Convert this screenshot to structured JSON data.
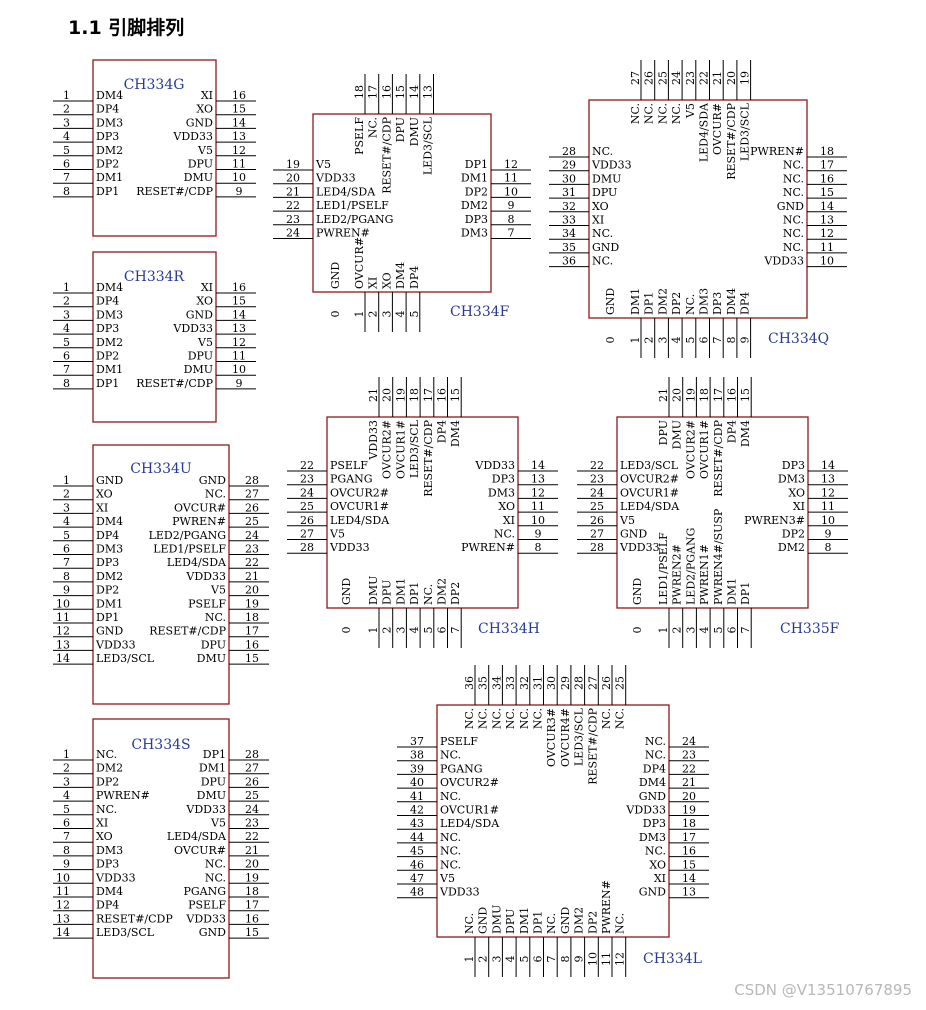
{
  "heading": "1.1 引脚排列",
  "watermark": "CSDN @V13510767895",
  "chips": {
    "ch334g": {
      "name": "CH334G",
      "left": [
        [
          "1",
          "DM4"
        ],
        [
          "2",
          "DP4"
        ],
        [
          "3",
          "DM3"
        ],
        [
          "4",
          "DP3"
        ],
        [
          "5",
          "DM2"
        ],
        [
          "6",
          "DP2"
        ],
        [
          "7",
          "DM1"
        ],
        [
          "8",
          "DP1"
        ]
      ],
      "right": [
        [
          "16",
          "XI"
        ],
        [
          "15",
          "XO"
        ],
        [
          "14",
          "GND"
        ],
        [
          "13",
          "VDD33"
        ],
        [
          "12",
          "V5"
        ],
        [
          "11",
          "DPU"
        ],
        [
          "10",
          "DMU"
        ],
        [
          "9",
          "RESET#/CDP"
        ]
      ]
    },
    "ch334r": {
      "name": "CH334R",
      "left": [
        [
          "1",
          "DM4"
        ],
        [
          "2",
          "DP4"
        ],
        [
          "3",
          "DM3"
        ],
        [
          "4",
          "DP3"
        ],
        [
          "5",
          "DM2"
        ],
        [
          "6",
          "DP2"
        ],
        [
          "7",
          "DM1"
        ],
        [
          "8",
          "DP1"
        ]
      ],
      "right": [
        [
          "16",
          "XI"
        ],
        [
          "15",
          "XO"
        ],
        [
          "14",
          "GND"
        ],
        [
          "13",
          "VDD33"
        ],
        [
          "12",
          "V5"
        ],
        [
          "11",
          "DPU"
        ],
        [
          "10",
          "DMU"
        ],
        [
          "9",
          "RESET#/CDP"
        ]
      ]
    },
    "ch334u": {
      "name": "CH334U",
      "left": [
        [
          "1",
          "GND"
        ],
        [
          "2",
          "XO"
        ],
        [
          "3",
          "XI"
        ],
        [
          "4",
          "DM4"
        ],
        [
          "5",
          "DP4"
        ],
        [
          "6",
          "DM3"
        ],
        [
          "7",
          "DP3"
        ],
        [
          "8",
          "DM2"
        ],
        [
          "9",
          "DP2"
        ],
        [
          "10",
          "DM1"
        ],
        [
          "11",
          "DP1"
        ],
        [
          "12",
          "GND"
        ],
        [
          "13",
          "VDD33"
        ],
        [
          "14",
          "LED3/SCL"
        ]
      ],
      "right": [
        [
          "28",
          "GND"
        ],
        [
          "27",
          "NC."
        ],
        [
          "26",
          "OVCUR#"
        ],
        [
          "25",
          "PWREN#"
        ],
        [
          "24",
          "LED2/PGANG"
        ],
        [
          "23",
          "LED1/PSELF"
        ],
        [
          "22",
          "LED4/SDA"
        ],
        [
          "21",
          "VDD33"
        ],
        [
          "20",
          "V5"
        ],
        [
          "19",
          "PSELF"
        ],
        [
          "18",
          "NC."
        ],
        [
          "17",
          "RESET#/CDP"
        ],
        [
          "16",
          "DPU"
        ],
        [
          "15",
          "DMU"
        ]
      ]
    },
    "ch334s": {
      "name": "CH334S",
      "left": [
        [
          "1",
          "NC."
        ],
        [
          "2",
          "DM2"
        ],
        [
          "3",
          "DP2"
        ],
        [
          "4",
          "PWREN#"
        ],
        [
          "5",
          "NC."
        ],
        [
          "6",
          "XI"
        ],
        [
          "7",
          "XO"
        ],
        [
          "8",
          "DM3"
        ],
        [
          "9",
          "DP3"
        ],
        [
          "10",
          "VDD33"
        ],
        [
          "11",
          "DM4"
        ],
        [
          "12",
          "DP4"
        ],
        [
          "13",
          "RESET#/CDP"
        ],
        [
          "14",
          "LED3/SCL"
        ]
      ],
      "right": [
        [
          "28",
          "DP1"
        ],
        [
          "27",
          "DM1"
        ],
        [
          "26",
          "DPU"
        ],
        [
          "25",
          "DMU"
        ],
        [
          "24",
          "VDD33"
        ],
        [
          "23",
          "V5"
        ],
        [
          "22",
          "LED4/SDA"
        ],
        [
          "21",
          "OVCUR#"
        ],
        [
          "20",
          "NC."
        ],
        [
          "19",
          "NC."
        ],
        [
          "18",
          "PGANG"
        ],
        [
          "17",
          "PSELF"
        ],
        [
          "16",
          "VDD33"
        ],
        [
          "15",
          "GND"
        ]
      ]
    },
    "ch334f": {
      "name": "CH334F",
      "top": [
        [
          "18",
          "PSELF"
        ],
        [
          "17",
          "NC."
        ],
        [
          "16",
          "RESET#/CDP"
        ],
        [
          "15",
          "DPU"
        ],
        [
          "14",
          "DMU"
        ],
        [
          "13",
          "LED3/SCL"
        ]
      ],
      "left": [
        [
          "19",
          "V5"
        ],
        [
          "20",
          "VDD33"
        ],
        [
          "21",
          "LED4/SDA"
        ],
        [
          "22",
          "LED1/PSELF"
        ],
        [
          "23",
          "LED2/PGANG"
        ],
        [
          "24",
          "PWREN#"
        ]
      ],
      "right": [
        [
          "12",
          "DP1"
        ],
        [
          "11",
          "DM1"
        ],
        [
          "10",
          "DP2"
        ],
        [
          "9",
          "DM2"
        ],
        [
          "8",
          "DP3"
        ],
        [
          "7",
          "DM3"
        ]
      ],
      "bottom": [
        [
          "1",
          "OVCUR#"
        ],
        [
          "2",
          "XI"
        ],
        [
          "3",
          "XO"
        ],
        [
          "4",
          "DM4"
        ],
        [
          "5",
          "DP4"
        ]
      ],
      "gnd": [
        "0",
        "GND"
      ]
    },
    "ch334q": {
      "name": "CH334Q",
      "top": [
        [
          "27",
          "NC."
        ],
        [
          "26",
          "NC."
        ],
        [
          "25",
          "NC."
        ],
        [
          "24",
          "NC."
        ],
        [
          "23",
          "V5"
        ],
        [
          "22",
          "LED4/SDA"
        ],
        [
          "21",
          "OVCUR#"
        ],
        [
          "20",
          "RESET#/CDP"
        ],
        [
          "19",
          "LED3/SCL"
        ]
      ],
      "left": [
        [
          "28",
          "NC."
        ],
        [
          "29",
          "VDD33"
        ],
        [
          "30",
          "DMU"
        ],
        [
          "31",
          "DPU"
        ],
        [
          "32",
          "XO"
        ],
        [
          "33",
          "XI"
        ],
        [
          "34",
          "NC."
        ],
        [
          "35",
          "GND"
        ],
        [
          "36",
          "NC."
        ]
      ],
      "right": [
        [
          "18",
          "PWREN#"
        ],
        [
          "17",
          "NC."
        ],
        [
          "16",
          "NC."
        ],
        [
          "15",
          "NC."
        ],
        [
          "14",
          "GND"
        ],
        [
          "13",
          "NC."
        ],
        [
          "12",
          "NC."
        ],
        [
          "11",
          "NC."
        ],
        [
          "10",
          "VDD33"
        ]
      ],
      "bottom": [
        [
          "1",
          "DM1"
        ],
        [
          "2",
          "DP1"
        ],
        [
          "3",
          "DM2"
        ],
        [
          "4",
          "DP2"
        ],
        [
          "5",
          "NC."
        ],
        [
          "6",
          "DM3"
        ],
        [
          "7",
          "DP3"
        ],
        [
          "8",
          "DM4"
        ],
        [
          "9",
          "DP4"
        ]
      ],
      "gnd": [
        "0",
        "GND"
      ]
    },
    "ch334h": {
      "name": "CH334H",
      "top": [
        [
          "21",
          "VDD33"
        ],
        [
          "20",
          "OVCUR2#"
        ],
        [
          "19",
          "OVCUR1#"
        ],
        [
          "18",
          "LED3/SCL"
        ],
        [
          "17",
          "RESET#/CDP"
        ],
        [
          "16",
          "DP4"
        ],
        [
          "15",
          "DM4"
        ]
      ],
      "left": [
        [
          "22",
          "PSELF"
        ],
        [
          "23",
          "PGANG"
        ],
        [
          "24",
          "OVCUR2#"
        ],
        [
          "25",
          "OVCUR1#"
        ],
        [
          "26",
          "LED4/SDA"
        ],
        [
          "27",
          "V5"
        ],
        [
          "28",
          "VDD33"
        ]
      ],
      "right": [
        [
          "14",
          "VDD33"
        ],
        [
          "13",
          "DP3"
        ],
        [
          "12",
          "DM3"
        ],
        [
          "11",
          "XO"
        ],
        [
          "10",
          "XI"
        ],
        [
          "9",
          "NC."
        ],
        [
          "8",
          "PWREN#"
        ]
      ],
      "bottom": [
        [
          "1",
          "DMU"
        ],
        [
          "2",
          "DPU"
        ],
        [
          "3",
          "DM1"
        ],
        [
          "4",
          "DP1"
        ],
        [
          "5",
          "NC."
        ],
        [
          "6",
          "DM2"
        ],
        [
          "7",
          "DP2"
        ]
      ],
      "gnd": [
        "0",
        "GND"
      ]
    },
    "ch335f": {
      "name": "CH335F",
      "top": [
        [
          "21",
          "DPU"
        ],
        [
          "20",
          "DMU"
        ],
        [
          "19",
          "OVCUR2#"
        ],
        [
          "18",
          "OVCUR1#"
        ],
        [
          "17",
          "RESET#/CDP"
        ],
        [
          "16",
          "DP4"
        ],
        [
          "15",
          "DM4"
        ]
      ],
      "left": [
        [
          "22",
          "LED3/SCL"
        ],
        [
          "23",
          "OVCUR2#"
        ],
        [
          "24",
          "OVCUR1#"
        ],
        [
          "25",
          "LED4/SDA"
        ],
        [
          "26",
          "V5"
        ],
        [
          "27",
          "GND"
        ],
        [
          "28",
          "VDD33"
        ]
      ],
      "right": [
        [
          "14",
          "DP3"
        ],
        [
          "13",
          "DM3"
        ],
        [
          "12",
          "XO"
        ],
        [
          "11",
          "XI"
        ],
        [
          "10",
          "PWREN3#"
        ],
        [
          "9",
          "DP2"
        ],
        [
          "8",
          "DM2"
        ]
      ],
      "bottom": [
        [
          "1",
          "LED1/PSELF"
        ],
        [
          "2",
          "PWREN2#"
        ],
        [
          "3",
          "LED2/PGANG"
        ],
        [
          "4",
          "PWREN1#"
        ],
        [
          "5",
          "PWREN4#/SUSP"
        ],
        [
          "6",
          "DM1"
        ],
        [
          "7",
          "DP1"
        ]
      ],
      "gnd": [
        "0",
        "GND"
      ]
    },
    "ch334l": {
      "name": "CH334L",
      "top": [
        [
          "36",
          "NC."
        ],
        [
          "35",
          "NC."
        ],
        [
          "34",
          "NC."
        ],
        [
          "33",
          "NC."
        ],
        [
          "32",
          "NC."
        ],
        [
          "31",
          "NC."
        ],
        [
          "30",
          "OVCUR3#"
        ],
        [
          "29",
          "OVCUR4#"
        ],
        [
          "28",
          "LED3/SCL"
        ],
        [
          "27",
          "RESET#/CDP"
        ],
        [
          "26",
          "NC."
        ],
        [
          "25",
          "NC."
        ]
      ],
      "left": [
        [
          "37",
          "PSELF"
        ],
        [
          "38",
          "NC."
        ],
        [
          "39",
          "PGANG"
        ],
        [
          "40",
          "OVCUR2#"
        ],
        [
          "41",
          "NC."
        ],
        [
          "42",
          "OVCUR1#"
        ],
        [
          "43",
          "LED4/SDA"
        ],
        [
          "44",
          "NC."
        ],
        [
          "45",
          "NC."
        ],
        [
          "46",
          "NC."
        ],
        [
          "47",
          "V5"
        ],
        [
          "48",
          "VDD33"
        ]
      ],
      "right": [
        [
          "24",
          "NC."
        ],
        [
          "23",
          "NC."
        ],
        [
          "22",
          "DP4"
        ],
        [
          "21",
          "DM4"
        ],
        [
          "20",
          "GND"
        ],
        [
          "19",
          "VDD33"
        ],
        [
          "18",
          "DP3"
        ],
        [
          "17",
          "DM3"
        ],
        [
          "16",
          "NC."
        ],
        [
          "15",
          "XO"
        ],
        [
          "14",
          "XI"
        ],
        [
          "13",
          "GND"
        ]
      ],
      "bottom": [
        [
          "1",
          "NC."
        ],
        [
          "2",
          "GND"
        ],
        [
          "3",
          "DMU"
        ],
        [
          "4",
          "DPU"
        ],
        [
          "5",
          "DM1"
        ],
        [
          "6",
          "DP1"
        ],
        [
          "7",
          "NC."
        ],
        [
          "8",
          "GND"
        ],
        [
          "9",
          "DM2"
        ],
        [
          "10",
          "DP2"
        ],
        [
          "11",
          "PWREN#"
        ],
        [
          "12",
          "NC."
        ]
      ]
    }
  }
}
